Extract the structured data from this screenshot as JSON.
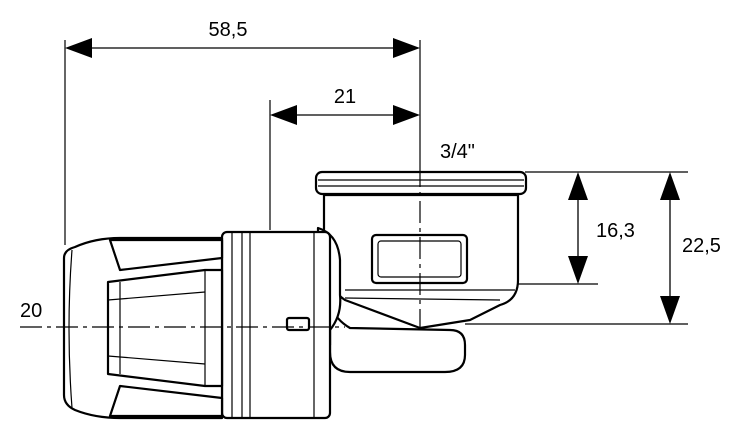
{
  "dimensions": {
    "overall_length": "58,5",
    "socket_length": "21",
    "thread": "3/4\"",
    "inner_depth": "16,3",
    "total_height": "22,5",
    "pipe_size": "20"
  }
}
